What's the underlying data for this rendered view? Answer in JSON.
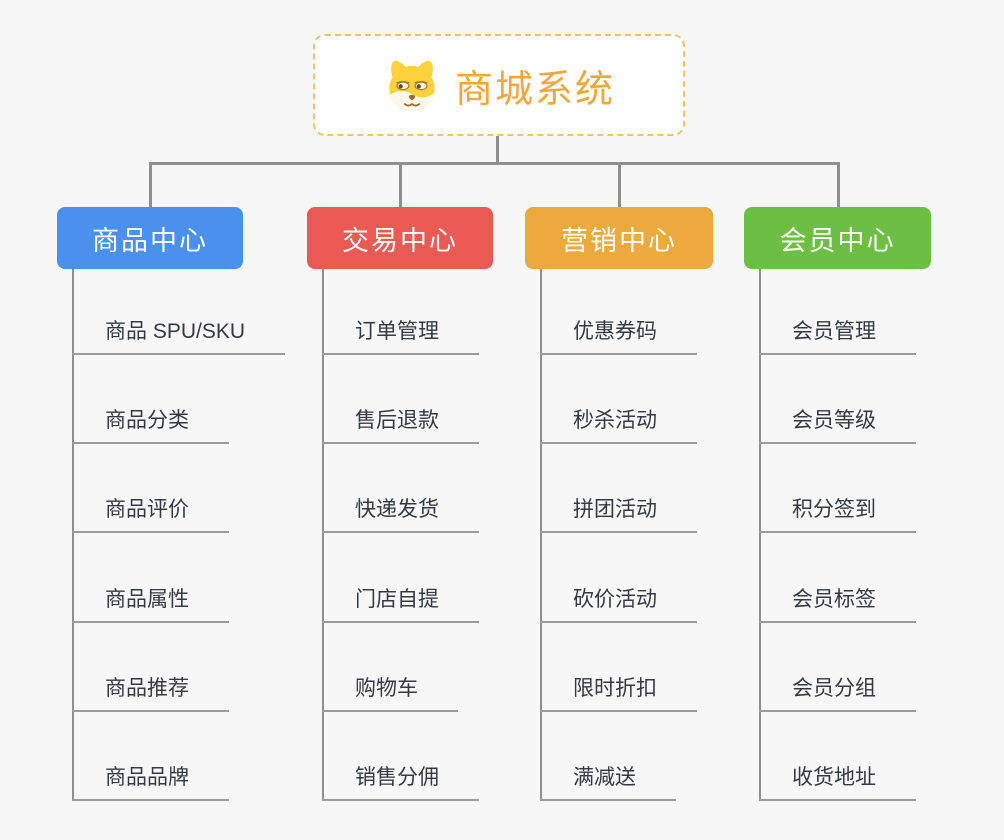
{
  "root": {
    "title": "商城系统",
    "icon": "shiba-dog-face"
  },
  "branches": [
    {
      "label": "商品中心",
      "color": "#4a90ec",
      "children": [
        "商品 SPU/SKU",
        "商品分类",
        "商品评价",
        "商品属性",
        "商品推荐",
        "商品品牌"
      ]
    },
    {
      "label": "交易中心",
      "color": "#e95a55",
      "children": [
        "订单管理",
        "售后退款",
        "快递发货",
        "门店自提",
        "购物车",
        "销售分佣"
      ]
    },
    {
      "label": "营销中心",
      "color": "#ecaa3e",
      "children": [
        "优惠券码",
        "秒杀活动",
        "拼团活动",
        "砍价活动",
        "限时折扣",
        "满减送"
      ]
    },
    {
      "label": "会员中心",
      "color": "#6dbf43",
      "children": [
        "会员管理",
        "会员等级",
        "积分签到",
        "会员标签",
        "会员分组",
        "收货地址"
      ]
    }
  ],
  "colors": {
    "background": "#f7f7f8",
    "connector": "#8f8f8f",
    "underline": "#9b9b9b",
    "child_text": "#343942",
    "root_text": "#f1a73e",
    "root_border": "#f4c16d"
  }
}
